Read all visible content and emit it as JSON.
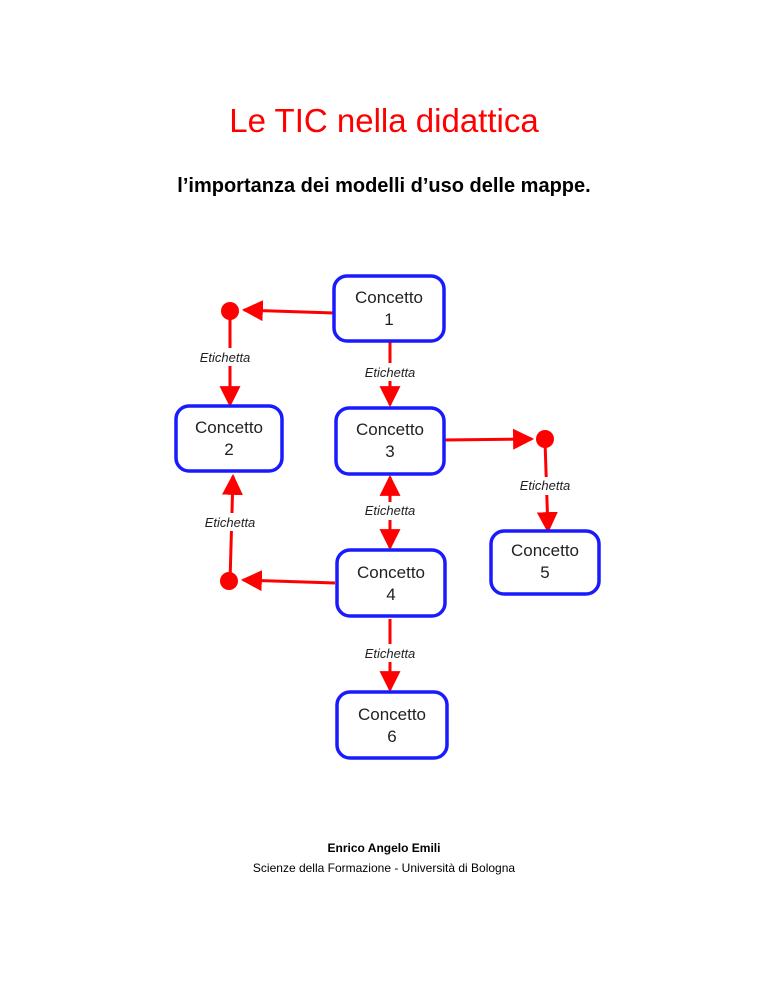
{
  "document": {
    "title": "Le TIC nella didattica",
    "subtitle": "l’importanza dei modelli d’uso delle mappe.",
    "author": "Enrico Angelo Emili",
    "affiliation": "Scienze della Formazione - Università di Bologna"
  },
  "concept_map": {
    "nodes": [
      {
        "id": "c1",
        "label": "Concetto",
        "number": "1"
      },
      {
        "id": "c2",
        "label": "Concetto",
        "number": "2"
      },
      {
        "id": "c3",
        "label": "Concetto",
        "number": "3"
      },
      {
        "id": "c4",
        "label": "Concetto",
        "number": "4"
      },
      {
        "id": "c5",
        "label": "Concetto",
        "number": "5"
      },
      {
        "id": "c6",
        "label": "Concetto",
        "number": "6"
      }
    ],
    "edges": [
      {
        "from": "c1",
        "to": "c2",
        "label": "Etichetta"
      },
      {
        "from": "c1",
        "to": "c3",
        "label": "Etichetta"
      },
      {
        "from": "c3",
        "to": "c5",
        "label": "Etichetta"
      },
      {
        "from": "c4",
        "to": "c3",
        "label": "Etichetta",
        "bidirectional": true
      },
      {
        "from": "c4",
        "to": "c2",
        "label": "Etichetta"
      },
      {
        "from": "c4",
        "to": "c6",
        "label": "Etichetta"
      }
    ],
    "colors": {
      "node_border": "#1a1aff",
      "edge": "#ff0000"
    }
  }
}
